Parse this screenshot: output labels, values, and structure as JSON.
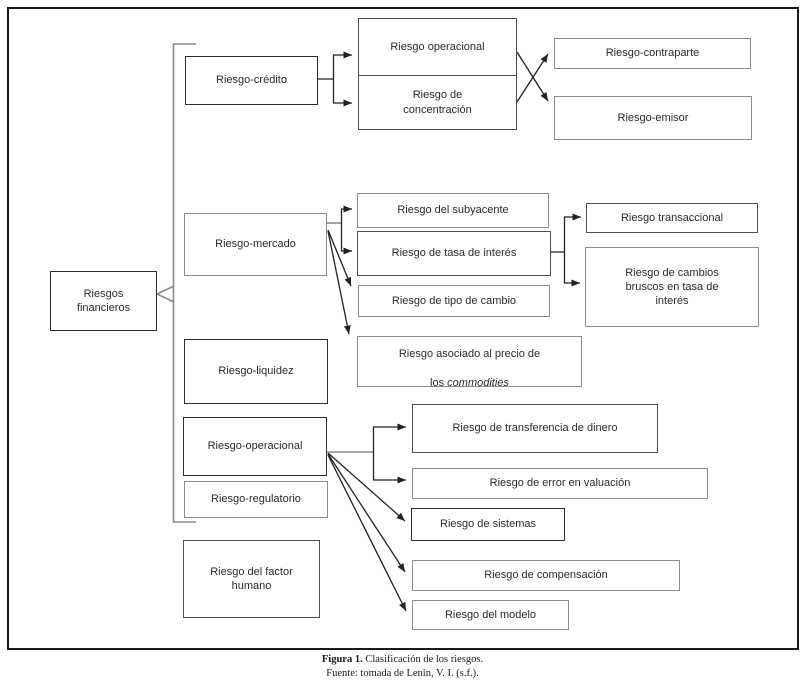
{
  "figure": {
    "caption_label": "Figura 1.",
    "caption_title": "Clasificación de los riesgos.",
    "caption_source": "Fuente: tomada de Lenin, V. I. (s.f.)."
  },
  "colors": {
    "frame_border": "#1a1a1a",
    "box_border_dark": "#2e2e2e",
    "box_border_grey": "#8c8c8c",
    "connector_grey": "#8a8a8a",
    "connector_dark": "#222222",
    "text": "#2b2b2b"
  },
  "nodes": {
    "riesgos_financieros": {
      "label": "Riesgos\nfinancieros"
    },
    "riesgo_credito": {
      "label": "Riesgo-crédito"
    },
    "riesgo_operacional_credito": {
      "label": "Riesgo operacional"
    },
    "riesgo_concentracion": {
      "label": "Riesgo de\nconcentración"
    },
    "riesgo_contraparte": {
      "label": "Riesgo-contraparte"
    },
    "riesgo_emisor": {
      "label": "Riesgo-emisor"
    },
    "riesgo_mercado": {
      "label": "Riesgo-mercado"
    },
    "riesgo_subyacente": {
      "label": "Riesgo del subyacente"
    },
    "riesgo_tasa_interes": {
      "label": "Riesgo de tasa de interés"
    },
    "riesgo_tipo_cambio": {
      "label": "Riesgo de tipo de cambio"
    },
    "riesgo_commodities": {
      "line1": "Riesgo asociado al precio de",
      "line2_prefix": "los ",
      "line2_italic": "commodities"
    },
    "riesgo_transaccional": {
      "label": "Riesgo transaccional"
    },
    "riesgo_cambios_bruscos": {
      "label": "Riesgo de cambios\nbruscos en tasa de\ninterés"
    },
    "riesgo_liquidez": {
      "label": "Riesgo-liquidez"
    },
    "riesgo_operacional": {
      "label": "Riesgo-operacional"
    },
    "riesgo_regulatorio": {
      "label": "Riesgo-regulatorio"
    },
    "riesgo_factor_humano": {
      "label": "Riesgo del factor\nhumano"
    },
    "riesgo_transferencia": {
      "label": "Riesgo de transferencia de dinero"
    },
    "riesgo_error_valuacion": {
      "label": "Riesgo de error en valuación"
    },
    "riesgo_sistemas": {
      "label": "Riesgo de sistemas"
    },
    "riesgo_compensacion": {
      "label": "Riesgo de compensación"
    },
    "riesgo_modelo": {
      "label": "Riesgo del modelo"
    }
  },
  "edges": [
    {
      "from": "Riesgos financieros",
      "to": "Riesgo-crédito"
    },
    {
      "from": "Riesgos financieros",
      "to": "Riesgo-mercado"
    },
    {
      "from": "Riesgos financieros",
      "to": "Riesgo-liquidez"
    },
    {
      "from": "Riesgos financieros",
      "to": "Riesgo-operacional"
    },
    {
      "from": "Riesgos financieros",
      "to": "Riesgo-regulatorio"
    },
    {
      "from": "Riesgo-crédito",
      "to": "Riesgo operacional"
    },
    {
      "from": "Riesgo-crédito",
      "to": "Riesgo de concentración"
    },
    {
      "from": "Riesgo operacional",
      "to": "Riesgo-emisor"
    },
    {
      "from": "Riesgo de concentración",
      "to": "Riesgo-contraparte"
    },
    {
      "from": "Riesgo-mercado",
      "to": "Riesgo del subyacente"
    },
    {
      "from": "Riesgo-mercado",
      "to": "Riesgo de tasa de interés"
    },
    {
      "from": "Riesgo-mercado",
      "to": "Riesgo de tipo de cambio"
    },
    {
      "from": "Riesgo-mercado",
      "to": "Riesgo asociado al precio de los commodities"
    },
    {
      "from": "Riesgo de tasa de interés",
      "to": "Riesgo transaccional"
    },
    {
      "from": "Riesgo de tasa de interés",
      "to": "Riesgo de cambios bruscos en tasa de interés"
    },
    {
      "from": "Riesgo-operacional",
      "to": "Riesgo de transferencia de dinero"
    },
    {
      "from": "Riesgo-operacional",
      "to": "Riesgo de error en valuación"
    },
    {
      "from": "Riesgo-operacional",
      "to": "Riesgo de sistemas"
    },
    {
      "from": "Riesgo-operacional",
      "to": "Riesgo de compensación"
    },
    {
      "from": "Riesgo-operacional",
      "to": "Riesgo del modelo"
    }
  ]
}
